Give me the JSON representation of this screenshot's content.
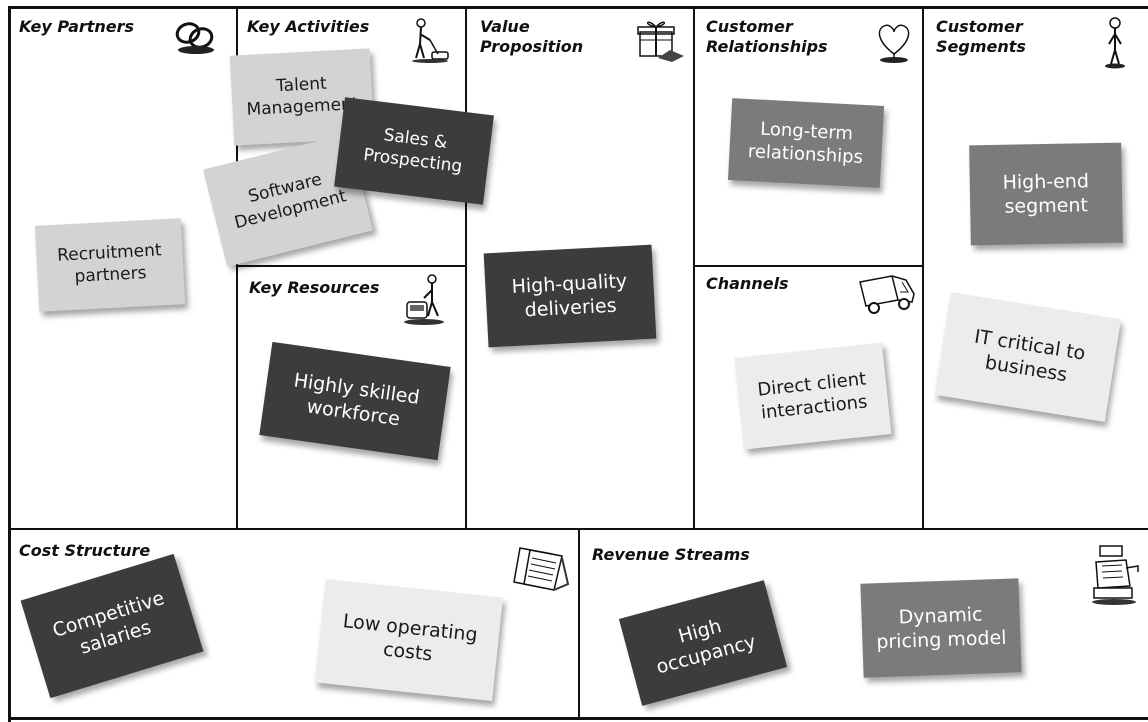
{
  "sections": {
    "key_partners": "Key Partners",
    "key_activities": "Key Activities",
    "key_resources": "Key Resources",
    "value_proposition_line1": "Value",
    "value_proposition_line2": "Proposition",
    "customer_relationships_line1": "Customer",
    "customer_relationships_line2": "Relationships",
    "channels": "Channels",
    "customer_segments_line1": "Customer",
    "customer_segments_line2": "Segments",
    "cost_structure": "Cost Structure",
    "revenue_streams": "Revenue Streams"
  },
  "notes": {
    "recruitment_partners": "Recruitment partners",
    "talent_management": "Talent Management",
    "software_development": "Software Development",
    "sales_prospecting": "Sales & Prospecting",
    "highly_skilled_workforce": "Highly skilled workforce",
    "high_quality_deliveries": "High-quality deliveries",
    "long_term_relationships": "Long-term relationships",
    "direct_client_interactions": "Direct client interactions",
    "high_end_segment": "High-end segment",
    "it_critical_to_business": "IT critical to business",
    "competitive_salaries": "Competitive salaries",
    "low_operating_costs": "Low operating costs",
    "high_occupancy": "High occupancy",
    "dynamic_pricing_model": "Dynamic pricing model"
  },
  "icons": {
    "key_partners": "linked-rings-icon",
    "key_activities": "person-vacuuming-icon",
    "key_resources": "person-with-machine-icon",
    "value_proposition": "gift-box-icon",
    "customer_relationships": "heart-icon",
    "channels": "delivery-truck-icon",
    "customer_segments": "standing-person-icon",
    "cost_structure": "receipt-papers-icon",
    "revenue_streams": "cash-register-icon"
  },
  "colors": {
    "dark_note": "#3c3c3c",
    "medium_note": "#7b7b7b",
    "light_note": "#d3d3d3",
    "lightest_note": "#ececec",
    "border": "#111111"
  }
}
